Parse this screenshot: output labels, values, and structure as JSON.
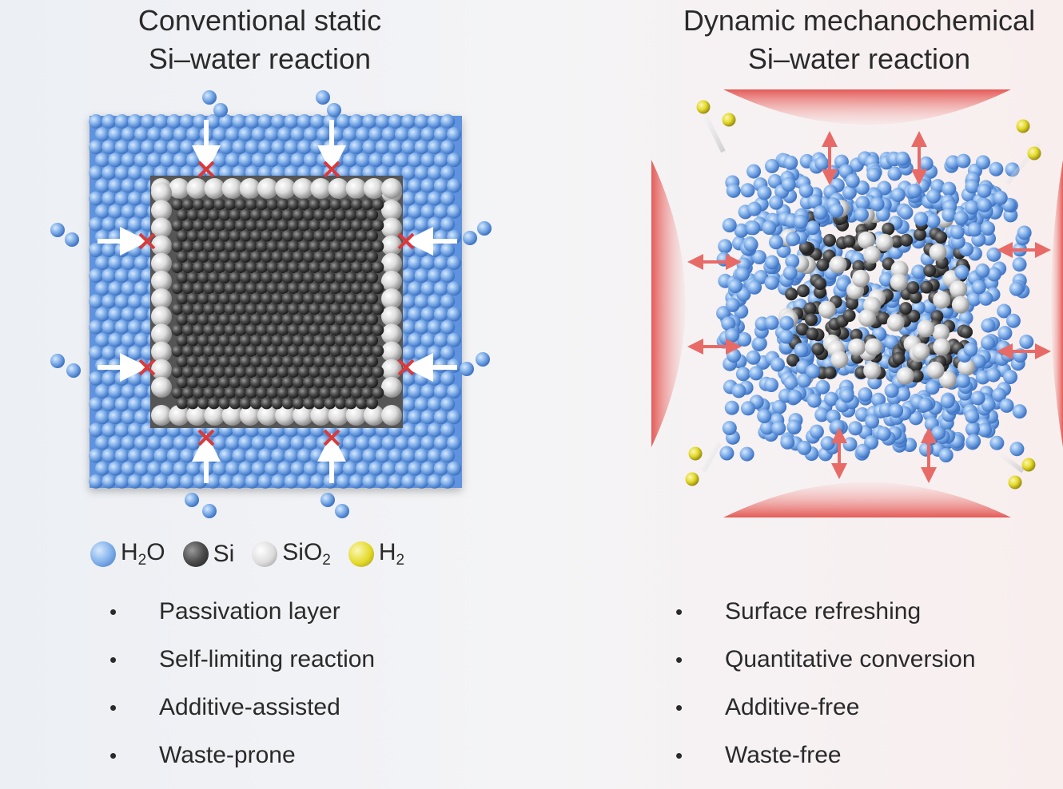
{
  "panels": {
    "left": {
      "title_line1": "Conventional static",
      "title_line2": "Si–water reaction",
      "bullets": [
        "Passivation layer",
        "Self-limiting reaction",
        "Additive-assisted",
        "Waste-prone"
      ]
    },
    "right": {
      "title_line1": "Dynamic mechanochemical",
      "title_line2": "Si–water reaction",
      "bullets": [
        "Surface refreshing",
        "Quantitative conversion",
        "Additive-free",
        "Waste-free"
      ]
    }
  },
  "legend": [
    {
      "base": "H",
      "sub": "2",
      "tail": "O",
      "color": "#7fb0ea",
      "icon": "water-molecule"
    },
    {
      "base": "Si",
      "sub": "",
      "tail": "",
      "color": "#555555",
      "icon": "silicon-atom"
    },
    {
      "base": "SiO",
      "sub": "2",
      "tail": "",
      "color": "#d8d8d8",
      "icon": "silica-atom"
    },
    {
      "base": "H",
      "sub": "2",
      "tail": "",
      "color": "#e8e040",
      "icon": "hydrogen-molecule"
    }
  ],
  "colors": {
    "water": "#7fb0ea",
    "silicon": "#4a4a4a",
    "silica": "#e0e0e0",
    "hydrogen": "#e6dd2a",
    "blocked_mark": "#d93a3a",
    "mechanical_force": "#e86a66"
  },
  "bullet_glyph": "•"
}
